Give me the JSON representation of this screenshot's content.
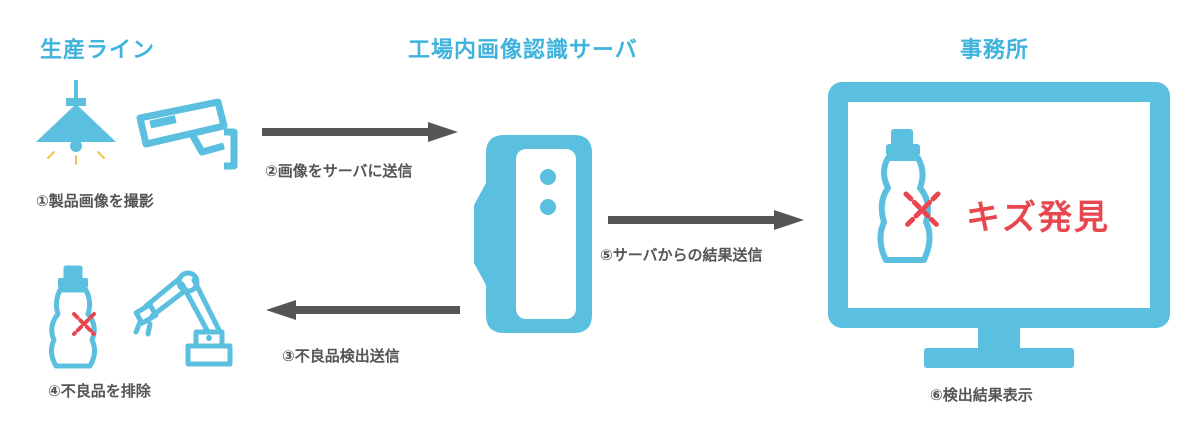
{
  "colors": {
    "accent": "#5bbfe0",
    "heading": "#3fb3dc",
    "arrow": "#555555",
    "alert": "#e8474f",
    "text": "#555555"
  },
  "headings": {
    "production_line": "生産ライン",
    "server": "工場内画像認識サーバ",
    "office": "事務所"
  },
  "steps": {
    "step1": "①製品画像を撮影",
    "step2": "②画像をサーバに送信",
    "step3": "③不良品検出送信",
    "step4": "④不良品を排除",
    "step5": "⑤サーバからの結果送信",
    "step6": "⑥検出結果表示"
  },
  "monitor": {
    "alert_text": "キズ発見"
  },
  "icons": [
    "lamp-icon",
    "security-camera-icon",
    "server-icon",
    "bottle-icon",
    "robot-arm-icon",
    "monitor-icon",
    "defect-mark-icon"
  ]
}
